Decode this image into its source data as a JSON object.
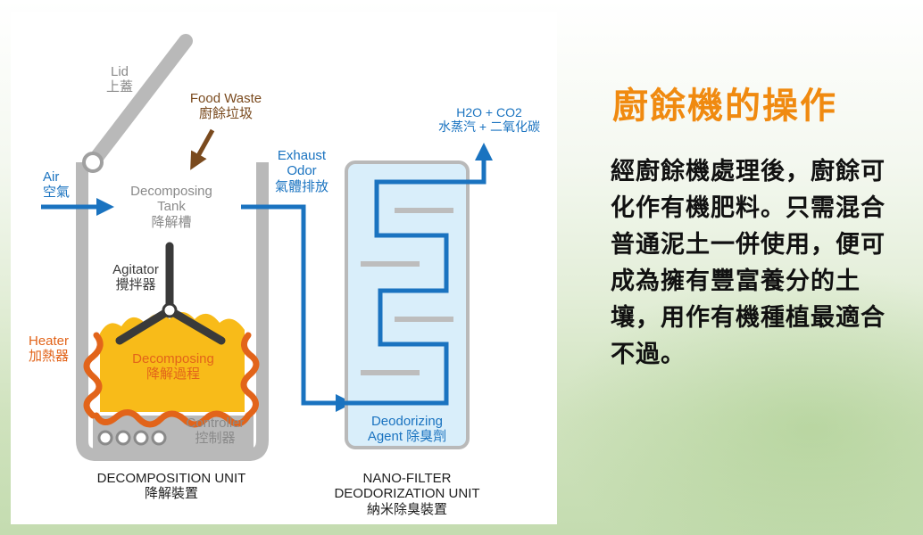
{
  "diagram": {
    "lid": {
      "en": "Lid",
      "zh": "上蓋"
    },
    "food_waste": {
      "en": "Food Waste",
      "zh": "廚餘垃圾"
    },
    "air": {
      "en": "Air",
      "zh": "空氣"
    },
    "tank": {
      "en1": "Decomposing",
      "en2": "Tank",
      "zh": "降解槽"
    },
    "agitator": {
      "en": "Agitator",
      "zh": "攪拌器"
    },
    "heater": {
      "en": "Heater",
      "zh": "加熱器"
    },
    "decomposing": {
      "en": "Decomposing",
      "zh": "降解過程"
    },
    "controller": {
      "en": "Controller",
      "zh": "控制器"
    },
    "decomposition_unit": {
      "en": "DECOMPOSITION UNIT",
      "zh": "降解裝置"
    },
    "exhaust": {
      "en1": "Exhaust",
      "en2": "Odor",
      "zh": "氣體排放"
    },
    "output": {
      "en": "H2O + CO2",
      "zh": "水蒸汽 + 二氧化碳"
    },
    "deodorizing": {
      "en1": "Deodorizing",
      "en2": "Agent 除臭劑"
    },
    "nano_unit": {
      "en1": "NANO-FILTER",
      "en2": "DEODORIZATION UNIT",
      "zh": "納米除臭裝置"
    }
  },
  "side": {
    "title": "廚餘機的操作",
    "body": "經廚餘機處理後，廚餘可化作有機肥料。只需混合普通泥土一併使用，便可成為擁有豐富養分的土壤，用作有機種植最適合不過。"
  },
  "colors": {
    "flow_blue": "#1a73c0",
    "heater_orange": "#e2641a",
    "decomp_yellow": "#f7b400",
    "tank_grey": "#b9b9b9",
    "title_orange": "#f08a10"
  }
}
